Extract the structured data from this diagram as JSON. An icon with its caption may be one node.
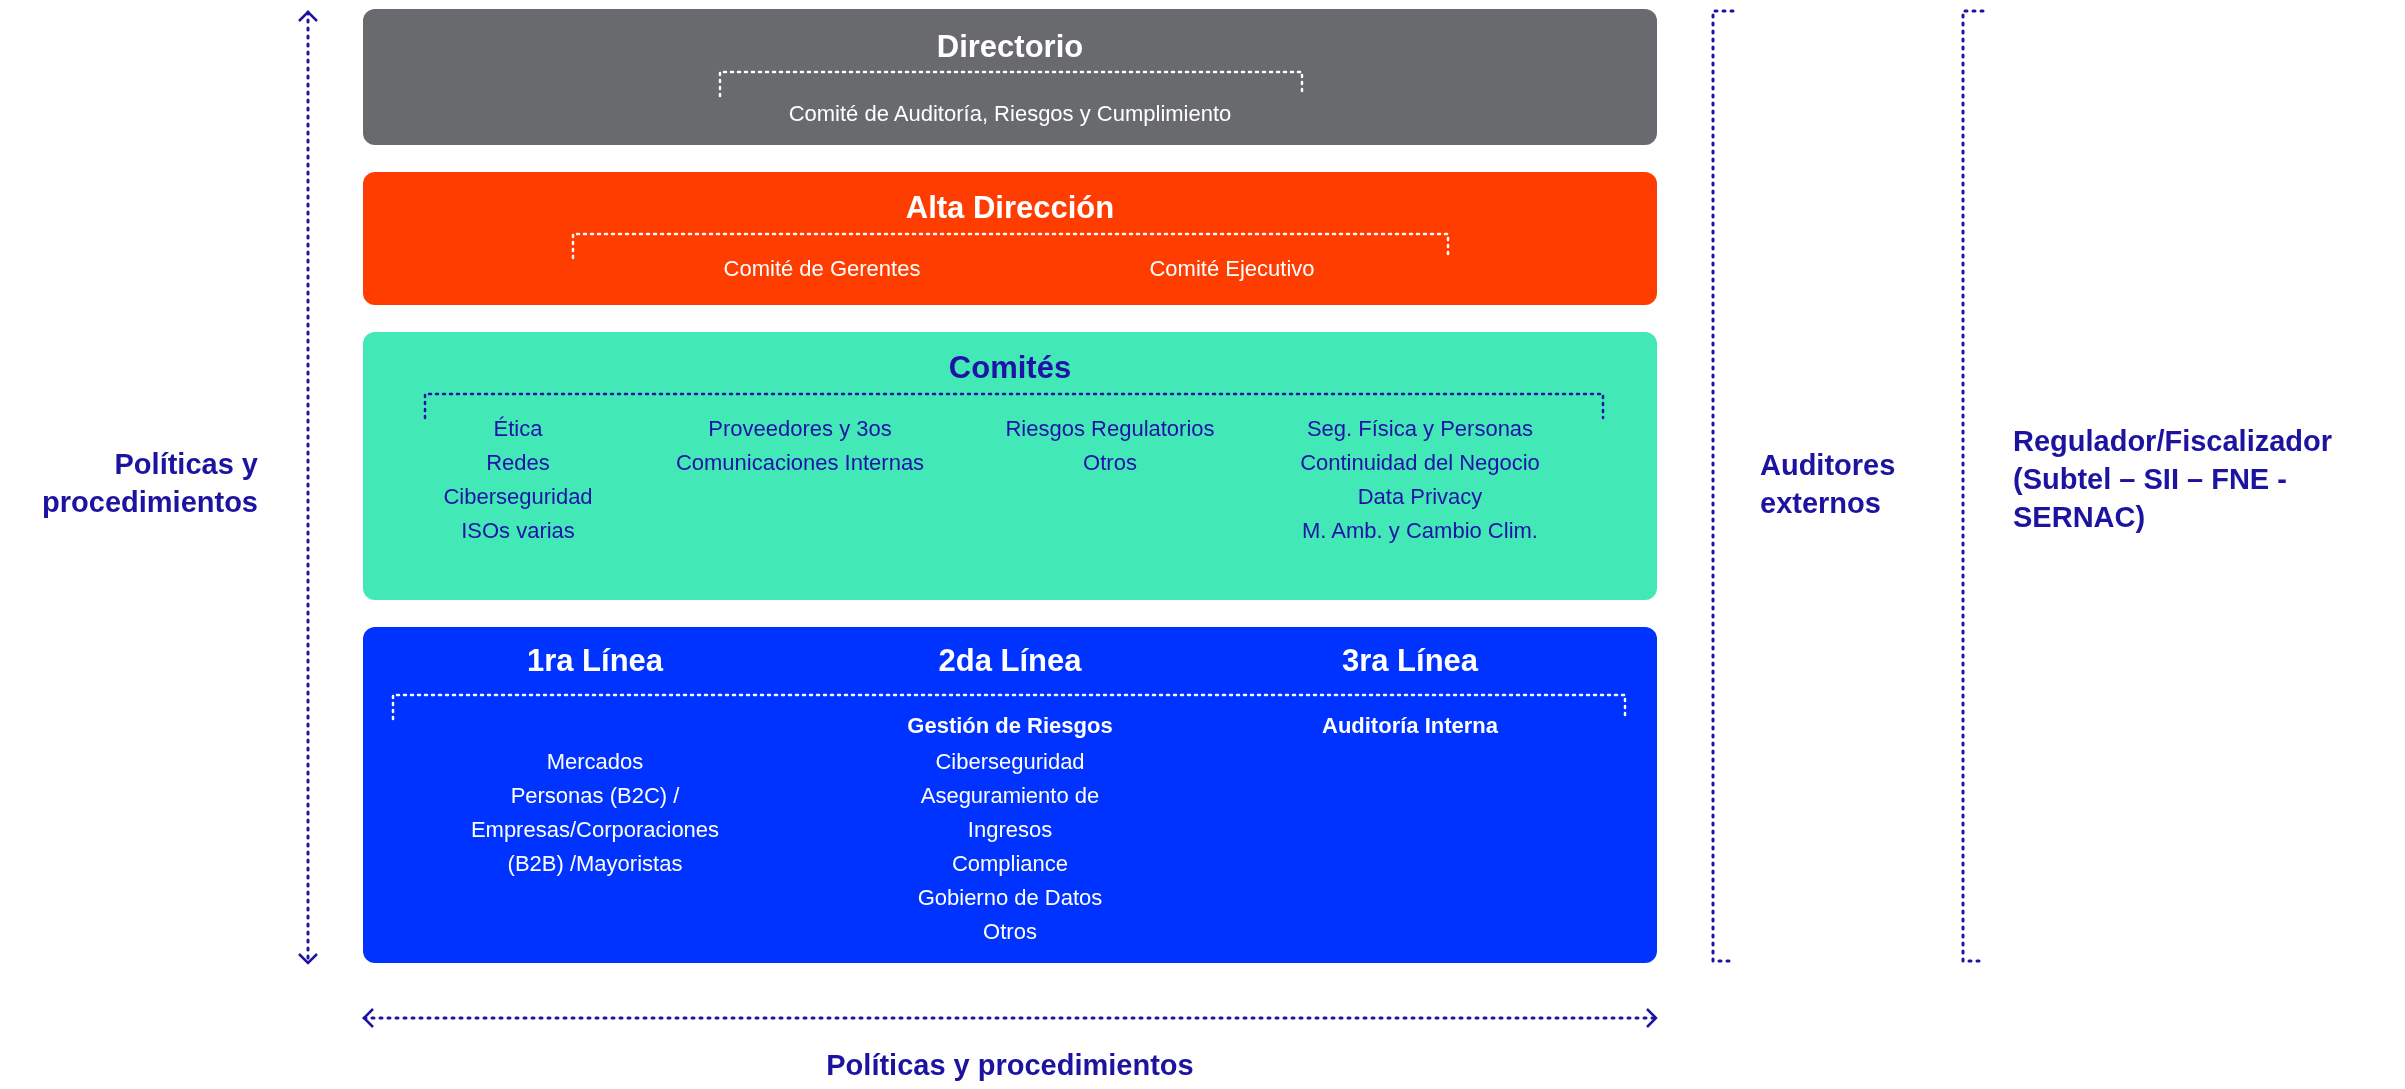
{
  "diagram": {
    "nodes": [
      {
        "text": [
          "Directorio",
          "Comité de Auditoría, Riesgos y Cumplimiento"
        ]
      },
      {
        "text": [
          "Alta Dirección",
          "Comité de Gerentes",
          "Comité Ejecutivo"
        ]
      },
      {
        "text": [
          "Comités",
          "Ética",
          "Redes",
          "Ciberseguridad",
          "ISOs varias",
          "Proveedores y 3os",
          "Comunicaciones Internas",
          "Riesgos Regulatorios",
          "Otros",
          "Seg. Física y Personas",
          "Continuidad del Negocio",
          "Data Privacy",
          "M. Amb. y Cambio Clim."
        ]
      },
      {
        "text": [
          "1ra Línea",
          "2da Línea",
          "3ra Línea",
          "Gestión de Riesgos",
          "Auditoría Interna",
          "Mercados",
          "Personas (B2C) / Empresas/Corporaciones (B2B) /Mayoristas",
          "Ciberseguridad",
          "Aseguramiento de Ingresos",
          "Compliance",
          "Gobierno de Datos",
          "Otros"
        ]
      }
    ],
    "edges": [],
    "labels": [
      "Políticas y procedimientos",
      "Auditores externos",
      "Regulador/Fiscalizador (Subtel – SII – FNE - SERNAC)",
      "Políticas y procedimientos"
    ]
  }
}
